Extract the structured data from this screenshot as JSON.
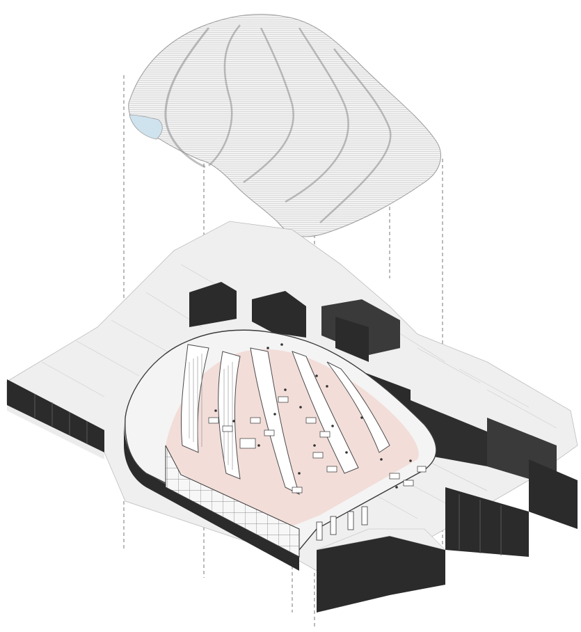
{
  "diagram": {
    "type": "exploded-axonometric",
    "components": [
      {
        "id": "roof-shell",
        "kind": "wavy layered roof canopy"
      },
      {
        "id": "guide-lines",
        "kind": "dashed vertical projection lines",
        "count": 6
      },
      {
        "id": "city-block",
        "kind": "surrounding urban buildings, grey roofs with dark facades"
      },
      {
        "id": "cutaway-building",
        "kind": "curved walled interior with furniture and people, glazed facade"
      }
    ],
    "colors": {
      "roof_fill": "#ececec",
      "roof_stroke": "#9a9a9a",
      "roof_glass": "#cfe3ee",
      "building_top": "#efefef",
      "facade_dark": "#2b2b2b",
      "facade_mid": "#4a4a4a",
      "floor_tint": "#f1d6d0",
      "guide_line": "#555555",
      "people": "#333333"
    }
  }
}
